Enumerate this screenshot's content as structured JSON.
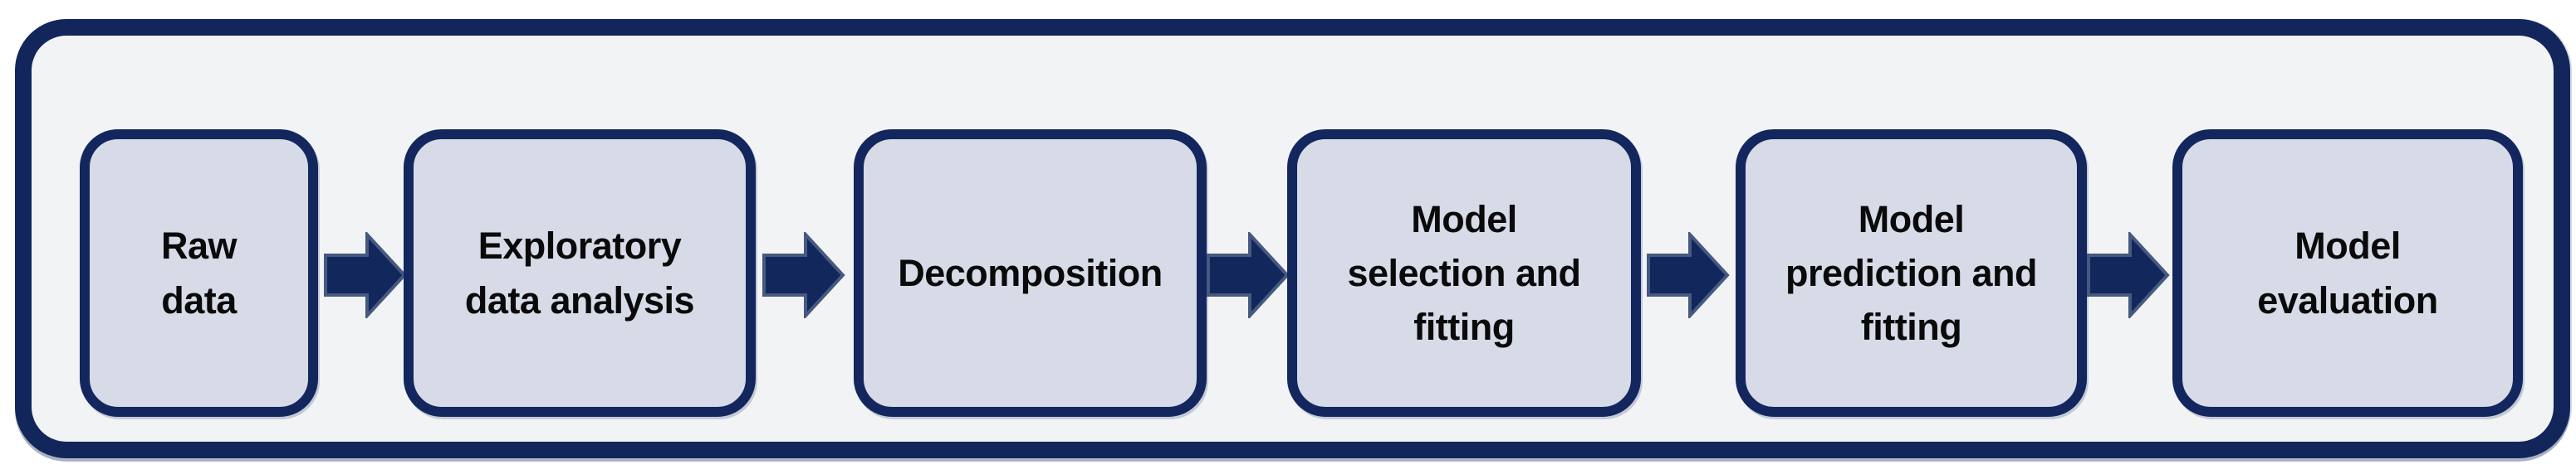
{
  "diagram": {
    "type": "process-flow",
    "direction": "left-to-right",
    "steps": [
      {
        "id": "raw-data",
        "label": "Raw\ndata"
      },
      {
        "id": "exploratory-data-analysis",
        "label": "Exploratory\ndata analysis"
      },
      {
        "id": "decomposition",
        "label": "Decomposition"
      },
      {
        "id": "model-selection-fitting",
        "label": "Model\nselection and\nfitting"
      },
      {
        "id": "model-prediction-fitting",
        "label": "Model\nprediction and\nfitting"
      },
      {
        "id": "model-evaluation",
        "label": "Model\nevaluation"
      }
    ],
    "connectors": [
      {
        "from": "raw-data",
        "to": "exploratory-data-analysis",
        "icon": "arrow-right-icon"
      },
      {
        "from": "exploratory-data-analysis",
        "to": "decomposition",
        "icon": "arrow-right-icon"
      },
      {
        "from": "decomposition",
        "to": "model-selection-fitting",
        "icon": "arrow-right-icon"
      },
      {
        "from": "model-selection-fitting",
        "to": "model-prediction-fitting",
        "icon": "arrow-right-icon"
      },
      {
        "from": "model-prediction-fitting",
        "to": "model-evaluation",
        "icon": "arrow-right-icon"
      }
    ],
    "colors": {
      "container_border": "#12265c",
      "container_fill": "#f2f3f4",
      "box_border": "#13275e",
      "box_fill": "#d6dbe7",
      "arrow_fill": "#12275c",
      "arrow_outline": "#46597f",
      "text": "#0a0a0a",
      "page_background": "#ffffff"
    }
  }
}
